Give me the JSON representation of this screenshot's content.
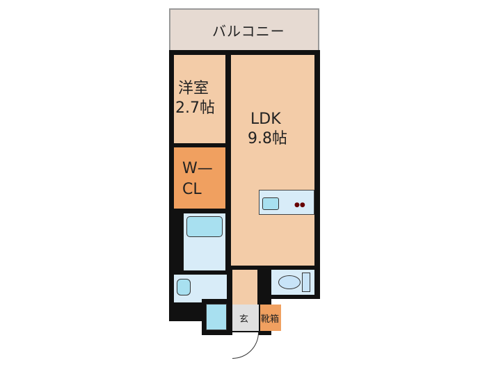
{
  "floorplan": {
    "rooms": {
      "balcony": {
        "label": "バルコニー",
        "color": "#e6dad2"
      },
      "western_room": {
        "name": "洋室",
        "size": "2.7帖",
        "color": "#f3cca8"
      },
      "ldk": {
        "name": "LDK",
        "size": "9.8帖",
        "color": "#f3cca8"
      },
      "walk_in_closet": {
        "line1": "W—",
        "line2": "CL",
        "color": "#f0a060"
      },
      "entrance": {
        "label": "玄",
        "color": "#e0e0e0"
      },
      "shoe_box": {
        "label": "靴箱",
        "color": "#f0a060"
      }
    },
    "colors": {
      "wall": "#111111",
      "wet_area": "#d8ecf8",
      "fixture": "#a8e0f0"
    }
  }
}
